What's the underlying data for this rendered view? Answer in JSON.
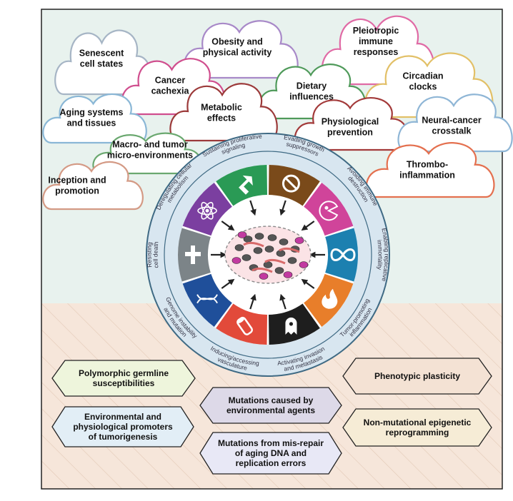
{
  "colors": {
    "sky": "#e8f2ee",
    "floor": "#f6e6da",
    "ring": "#d8e6f0",
    "ring_border": "#3f6a84",
    "hex_colors": [
      "#eef5dc",
      "#ddd9e8",
      "#f4e2d4",
      "#e2eef6",
      "#f6ecd6",
      "#e8e8f6"
    ]
  },
  "clouds": [
    {
      "id": "senescent",
      "lines": [
        "Senescent",
        "cell states"
      ],
      "color": "#a6b5c5"
    },
    {
      "id": "obesity",
      "lines": [
        "Obesity and",
        "physical activity"
      ],
      "color": "#a889c8"
    },
    {
      "id": "pleiotropic",
      "lines": [
        "Pleiotropic",
        "immune",
        "responses"
      ],
      "color": "#e06aa5"
    },
    {
      "id": "cachexia",
      "lines": [
        "Cancer",
        "cachexia"
      ],
      "color": "#d04e8e"
    },
    {
      "id": "dietary",
      "lines": [
        "Dietary",
        "influences"
      ],
      "color": "#4f9a5a"
    },
    {
      "id": "circadian",
      "lines": [
        "Circadian",
        "clocks"
      ],
      "color": "#e2c067"
    },
    {
      "id": "aging",
      "lines": [
        "Aging systems",
        "and tissues"
      ],
      "color": "#8ab7d6"
    },
    {
      "id": "metabolic",
      "lines": [
        "Metabolic",
        "effects"
      ],
      "color": "#9c3a3a"
    },
    {
      "id": "physiological",
      "lines": [
        "Physiological",
        "prevention"
      ],
      "color": "#a33a3a"
    },
    {
      "id": "neural",
      "lines": [
        "Neural-cancer",
        "crosstalk"
      ],
      "color": "#8fb6d6"
    },
    {
      "id": "macro",
      "lines": [
        "Macro- and tumor",
        "micro-environments"
      ],
      "color": "#6aa86f"
    },
    {
      "id": "thrombo",
      "lines": [
        "Thrombo-",
        "inflammation"
      ],
      "color": "#e4704f"
    },
    {
      "id": "inception",
      "lines": [
        "Inception and",
        "promotion"
      ],
      "color": "#d49a85"
    }
  ],
  "hallmarks": [
    {
      "id": "proliferative",
      "label": [
        "Sustaining proliferative",
        "signaling"
      ],
      "color": "#2a9a55",
      "icon": "arrow-icon"
    },
    {
      "id": "growth",
      "label": [
        "Evading growth",
        "suppressors"
      ],
      "color": "#7a4a1a",
      "icon": "prohibition-icon"
    },
    {
      "id": "immune",
      "label": [
        "Avoiding immune",
        "destruction"
      ],
      "color": "#d0449a",
      "icon": "pacman-cell-icon"
    },
    {
      "id": "immortality",
      "label": [
        "Enabling replicative",
        "immortality"
      ],
      "color": "#1c80b0",
      "icon": "infinity-icon"
    },
    {
      "id": "inflammation",
      "label": [
        "Tumor-promoting",
        "inflammation"
      ],
      "color": "#e87e2a",
      "icon": "flame-icon"
    },
    {
      "id": "invasion",
      "label": [
        "Activating invasion",
        "and metastasis"
      ],
      "color": "#1e1e1e",
      "icon": "ghost-cell-icon"
    },
    {
      "id": "vasculature",
      "label": [
        "Inducing/accessing",
        "vasculature"
      ],
      "color": "#e24a3a",
      "icon": "vessel-icon"
    },
    {
      "id": "genome",
      "label": [
        "Genome instability",
        "and mutation"
      ],
      "color": "#1f4f9a",
      "icon": "dna-icon"
    },
    {
      "id": "celldeath",
      "label": [
        "Resisting",
        "cell death"
      ],
      "color": "#7c8488",
      "icon": "cross-icon"
    },
    {
      "id": "metabolism",
      "label": [
        "Deregulating cellular",
        "metabolism"
      ],
      "color": "#7b3fa0",
      "icon": "atom-icon"
    }
  ],
  "hexagons": [
    {
      "id": "germline",
      "lines": [
        "Polymorphic germline",
        "susceptibilities"
      ]
    },
    {
      "id": "environmental",
      "lines": [
        "Mutations caused by",
        "environmental agents"
      ]
    },
    {
      "id": "plasticity",
      "lines": [
        "Phenotypic plasticity"
      ]
    },
    {
      "id": "promoters",
      "lines": [
        "Environmental and",
        "physiological promoters",
        "of tumorigenesis"
      ]
    },
    {
      "id": "epigenetic",
      "lines": [
        "Non-mutational epigenetic",
        "reprogramming"
      ]
    },
    {
      "id": "misrepair",
      "lines": [
        "Mutations from mis-repair",
        "of aging DNA and",
        "replication errors"
      ]
    }
  ]
}
